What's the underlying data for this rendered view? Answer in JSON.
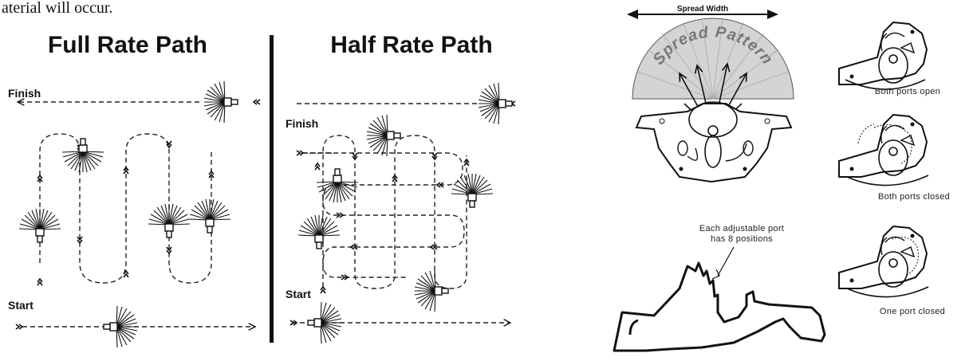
{
  "intro_text": "aterial will occur.",
  "full_rate": {
    "title": "Full Rate Path",
    "finish_label": "Finish",
    "start_label": "Start"
  },
  "half_rate": {
    "title": "Half Rate Path",
    "finish_label": "Finish",
    "start_label": "Start"
  },
  "spread_diagram": {
    "width_label": "Spread Width",
    "pattern_label": "Spread Pattern",
    "port_note_line1": "Each adjustable port",
    "port_note_line2": "has 8 positions"
  },
  "port_states": [
    {
      "caption": "Both ports open"
    },
    {
      "caption": "Both ports closed"
    },
    {
      "caption": "One port closed"
    }
  ],
  "colors": {
    "ink": "#111111",
    "fan_fill": "#d4d4d4",
    "background": "#ffffff"
  }
}
